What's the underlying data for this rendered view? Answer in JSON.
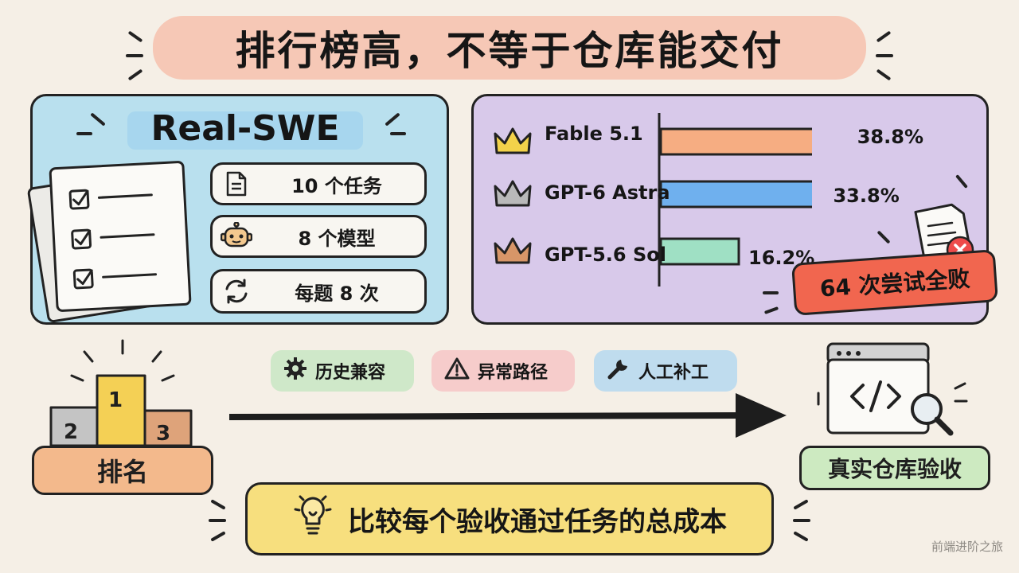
{
  "title": "排行榜高，不等于仓库能交付",
  "benchmark": {
    "name": "Real-SWE",
    "stats": [
      {
        "icon": "document-icon",
        "label": "10 个任务"
      },
      {
        "icon": "robot-icon",
        "label": "8 个模型"
      },
      {
        "icon": "refresh-icon",
        "label": "每题 8 次"
      }
    ]
  },
  "chart_data": {
    "type": "bar",
    "categories": [
      "Fable 5.1",
      "GPT-6 Astra",
      "GPT-5.6 Sol"
    ],
    "values": [
      38.8,
      33.8,
      16.2
    ],
    "value_labels": [
      "38.8%",
      "33.8%",
      "16.2%"
    ],
    "colors": [
      "#f6ad82",
      "#6fb0ee",
      "#9fe0c4"
    ],
    "crown_colors": [
      "#f3d24a",
      "#b9b9b9",
      "#d79668"
    ],
    "orientation": "horizontal",
    "xlim": [
      0,
      40
    ]
  },
  "failure_badge": "64 次尝试全败",
  "tags": [
    {
      "icon": "gear-icon",
      "label": "历史兼容",
      "color": "#cfe8c9"
    },
    {
      "icon": "warning-icon",
      "label": "异常路径",
      "color": "#f6cccb"
    },
    {
      "icon": "wrench-icon",
      "label": "人工补工",
      "color": "#bfdcee"
    }
  ],
  "podium": {
    "places": [
      "1",
      "2",
      "3"
    ],
    "label": "排名"
  },
  "acceptance": {
    "label": "真实仓库验收"
  },
  "conclusion": "比较每个验收通过任务的总成本",
  "watermark": "前端进阶之旅"
}
